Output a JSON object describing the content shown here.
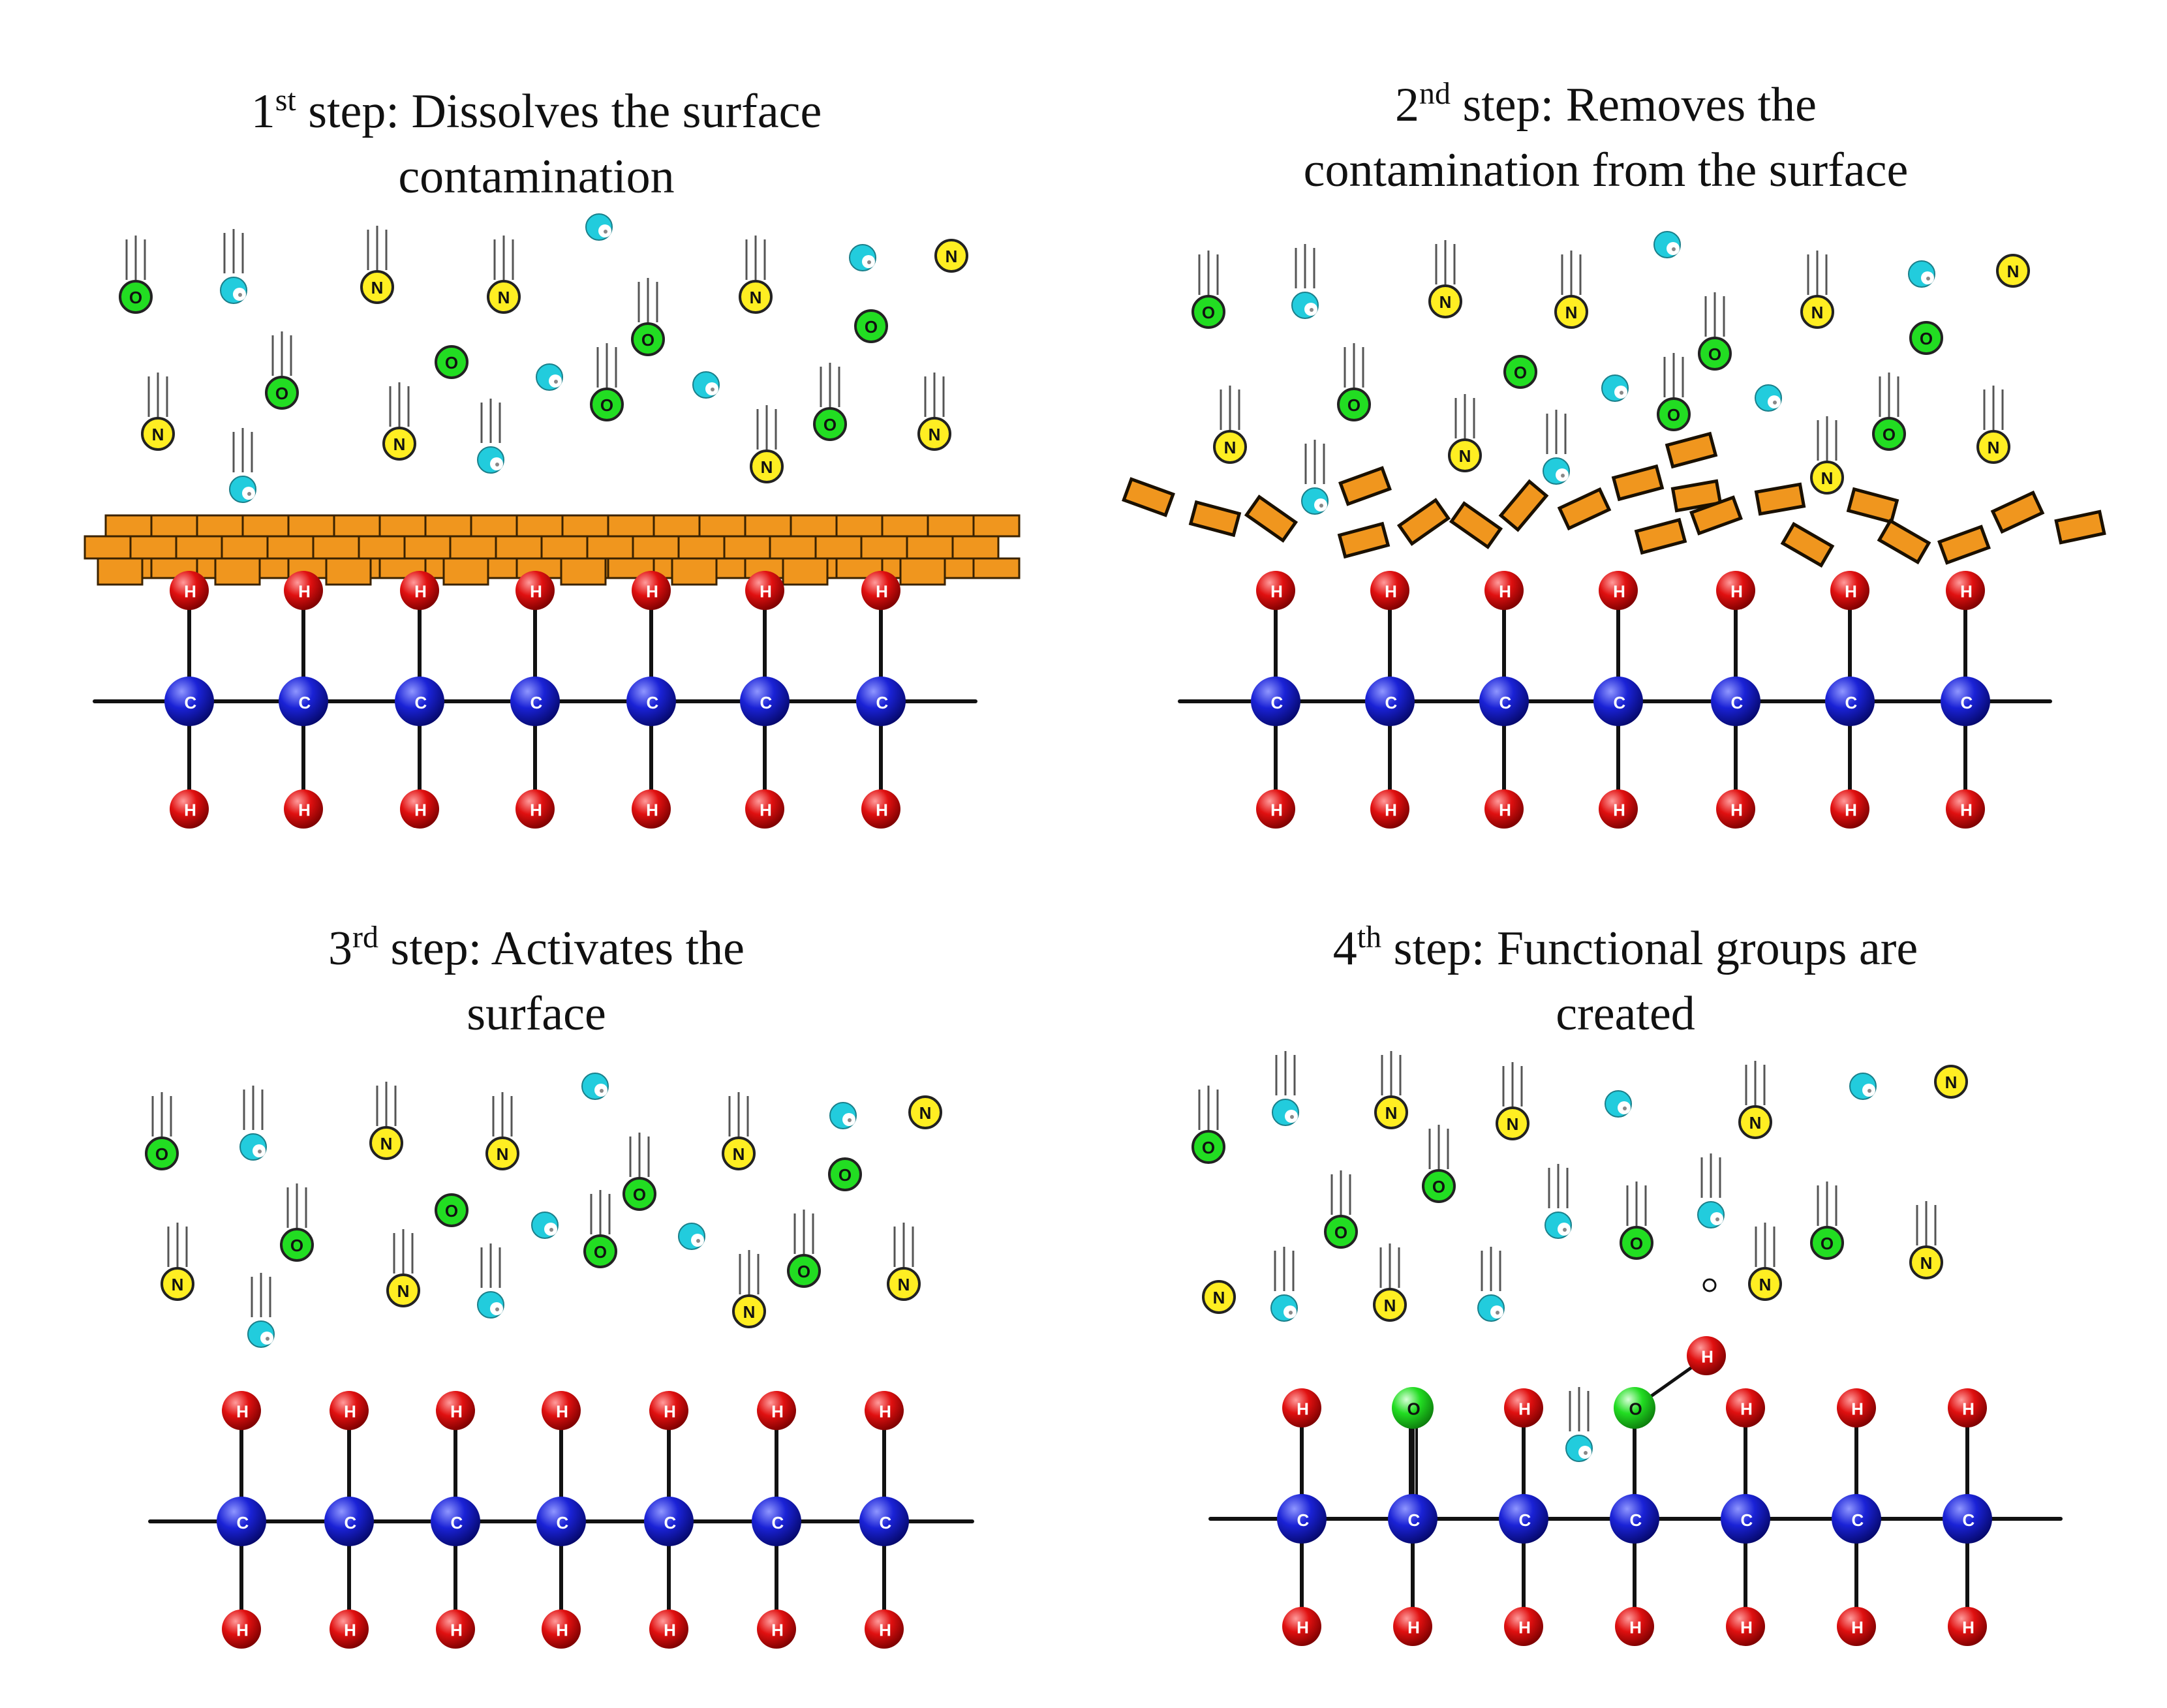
{
  "panels": [
    {
      "step_number": "1",
      "step_suffix": "st",
      "line1": " step: Dissolves the surface",
      "line2": "contamination"
    },
    {
      "step_number": "2",
      "step_suffix": "nd",
      "line1": " step: Removes the",
      "line2": "contamination from the surface"
    },
    {
      "step_number": "3",
      "step_suffix": "rd",
      "line1": " step: Activates the",
      "line2": "surface"
    },
    {
      "step_number": "4",
      "step_suffix": "th",
      "line1": " step: Functional groups are",
      "line2": "created"
    }
  ],
  "atom_labels": {
    "carbon": "C",
    "hydrogen": "H",
    "oxygen": "O",
    "nitrogen": "N"
  },
  "colors": {
    "carbon": "#1a22d6",
    "hydrogen": "#e01010",
    "oxygen": "#22dd22",
    "nitrogen": "#ffee22",
    "electron": "#22ccdd",
    "contamination": "#f0961e",
    "bond": "#111111"
  }
}
